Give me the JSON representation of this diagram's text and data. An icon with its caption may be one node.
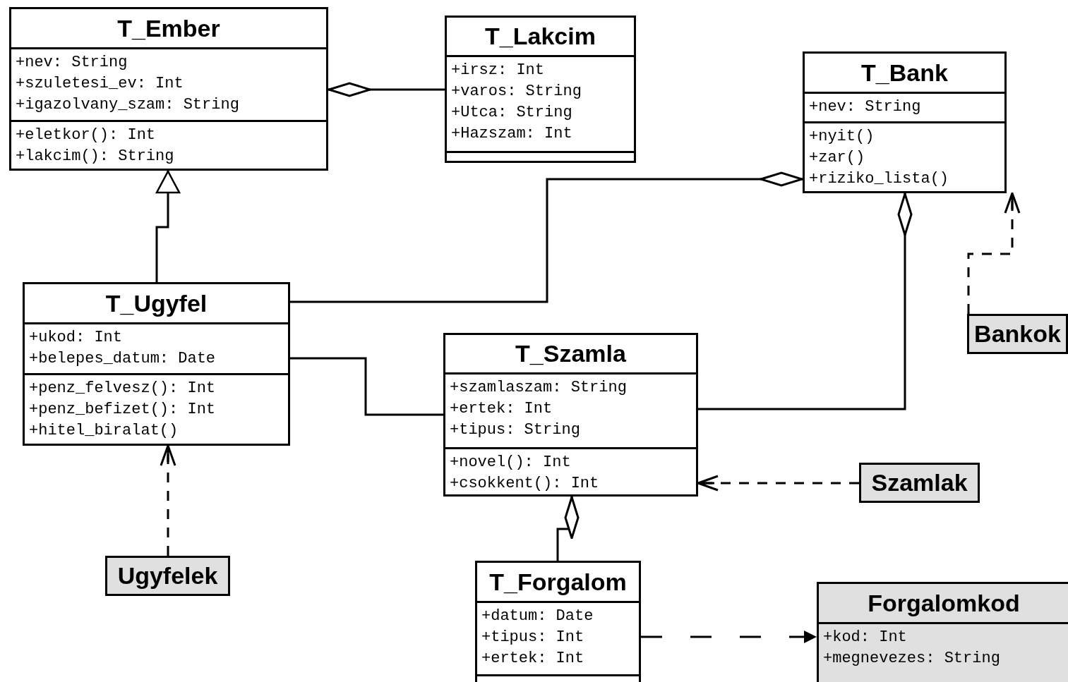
{
  "diagram": {
    "nodes": [
      {
        "text": [
          "T_Ember"
        ]
      },
      {
        "text": [
          "+nev: String",
          "+szuletesi_ev: Int",
          "+igazolvany_szam: String"
        ],
        "in": 0
      },
      {
        "text": [
          "+eletkor(): Int",
          "+lakcim(): String"
        ],
        "in": 0
      },
      {
        "text": [
          "T_Lakcim"
        ]
      },
      {
        "text": [
          "+irsz: Int",
          "+varos: String",
          "+Utca: String",
          "+Hazszam: Int"
        ],
        "in": 3
      },
      {
        "text": [],
        "shape": "box",
        "in": 3
      },
      {
        "text": [
          "T_Bank"
        ]
      },
      {
        "text": [
          "+nev: String"
        ],
        "in": 6
      },
      {
        "text": [
          "+nyit()",
          "+zar()",
          "+riziko_lista()"
        ],
        "in": 6
      },
      {
        "text": [
          "T_Ugyfel"
        ]
      },
      {
        "text": [
          "+ukod: Int",
          "+belepes_datum: Date"
        ],
        "in": 9
      },
      {
        "text": [
          "+penz_felvesz(): Int",
          "+penz_befizet(): Int",
          "+hitel_biralat()"
        ],
        "in": 9
      },
      {
        "text": [
          "Bankok"
        ]
      },
      {
        "text": [
          "T_Szamla"
        ]
      },
      {
        "text": [
          "+szamlaszam: String",
          "+ertek: Int",
          "+tipus: String"
        ],
        "in": 13
      },
      {
        "text": [
          "+novel(): Int",
          "+csokkent(): Int"
        ],
        "in": 13
      },
      {
        "text": [
          "Szamlak"
        ]
      },
      {
        "text": [
          "Ugyfelek"
        ]
      },
      {
        "text": [
          "T_Forgalom"
        ]
      },
      {
        "text": [
          "+datum: Date",
          "+tipus: Int",
          "+ertek: Int"
        ],
        "in": 18
      },
      {
        "text": [],
        "shape": "box",
        "in": 18
      },
      {
        "text": [
          "Forgalomkod"
        ]
      },
      {
        "text": [
          "+kod: Int",
          "+megnevezes: String"
        ],
        "in": 21
      }
    ],
    "edges": [
      {
        "from": 3,
        "to": 0,
        "arrow": "other"
      },
      {
        "from": 9,
        "to": 0,
        "arrow": "to"
      },
      {
        "from": 9,
        "to": 6,
        "arrow": "other"
      },
      {
        "from": 9,
        "to": 13,
        "arrow": "none"
      },
      {
        "from": 13,
        "to": 6,
        "arrow": "other"
      },
      {
        "from": 18,
        "to": 13,
        "arrow": "other"
      },
      {
        "from": 16,
        "to": 13,
        "arrow": "to",
        "style": "dashed"
      },
      {
        "from": 17,
        "to": 9,
        "arrow": "to",
        "style": "dashed"
      },
      {
        "from": 12,
        "to": 6,
        "arrow": "to",
        "style": "dashed"
      },
      {
        "from": 18,
        "to": 21,
        "arrow": "to",
        "style": "dashed"
      }
    ]
  }
}
